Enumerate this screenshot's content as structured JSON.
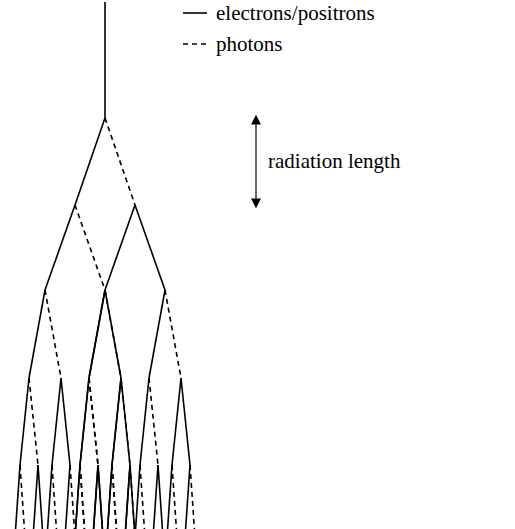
{
  "diagram": {
    "labels": [
      "radiation length"
    ],
    "legend": [
      {
        "text": "electrons/positrons"
      },
      {
        "text": "photons"
      }
    ]
  }
}
